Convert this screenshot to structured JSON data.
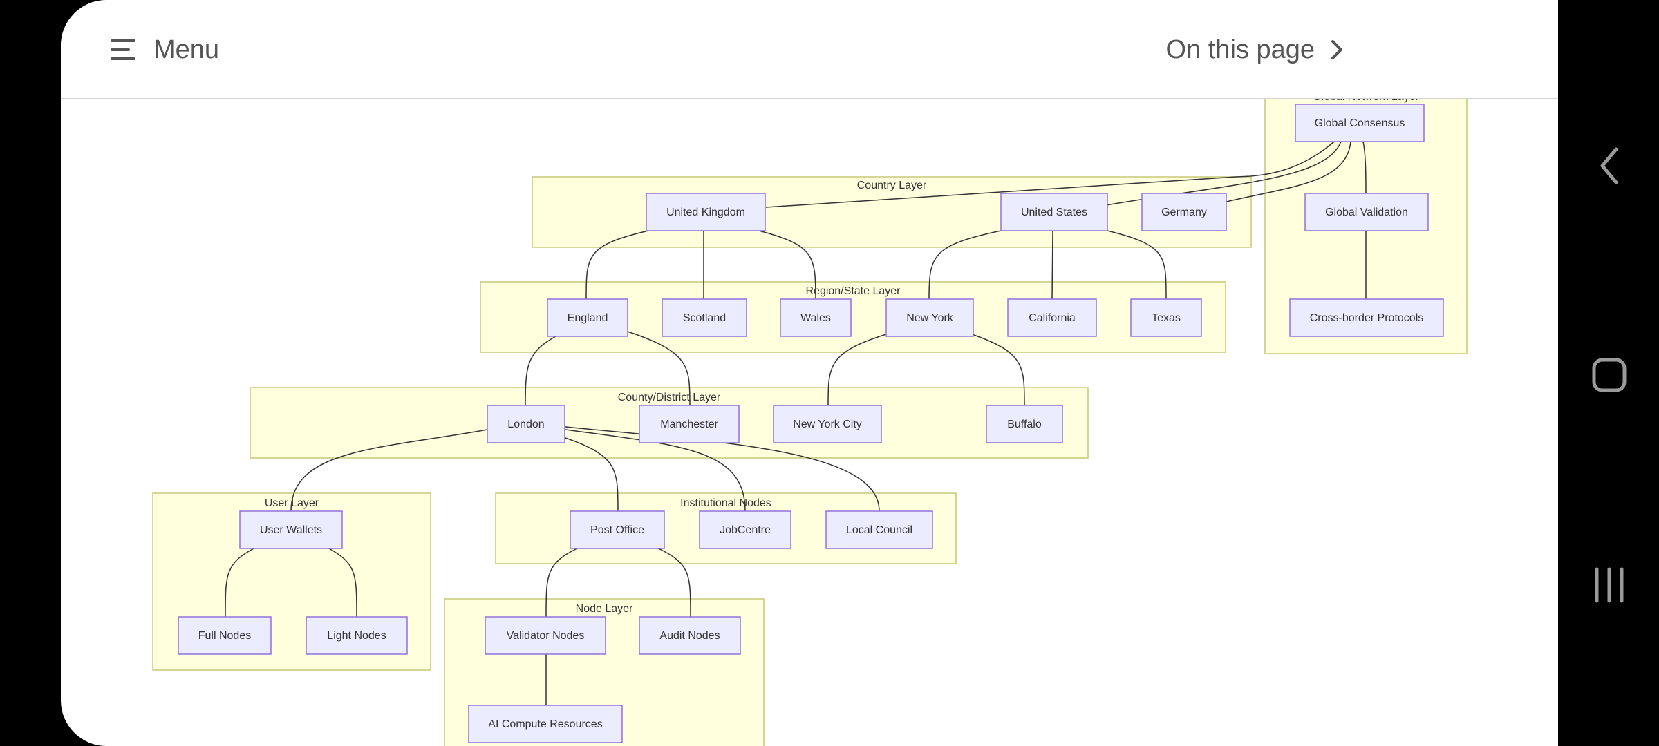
{
  "header": {
    "menu_label": "Menu",
    "on_this_page_label": "On this page"
  },
  "diagram": {
    "layers": {
      "global": "Global Network Layer",
      "country": "Country Layer",
      "region": "Region/State Layer",
      "county": "County/District Layer",
      "user": "User Layer",
      "institutional": "Institutional Nodes",
      "node": "Node Layer"
    },
    "nodes": {
      "global_consensus": "Global Consensus",
      "global_validation": "Global Validation",
      "cross_border": "Cross-border Protocols",
      "uk": "United Kingdom",
      "us": "United States",
      "germany": "Germany",
      "england": "England",
      "scotland": "Scotland",
      "wales": "Wales",
      "new_york": "New York",
      "california": "California",
      "texas": "Texas",
      "london": "London",
      "manchester": "Manchester",
      "nyc": "New York City",
      "buffalo": "Buffalo",
      "user_wallets": "User Wallets",
      "full_nodes": "Full Nodes",
      "light_nodes": "Light Nodes",
      "post_office": "Post Office",
      "jobcentre": "JobCentre",
      "local_council": "Local Council",
      "validator_nodes": "Validator Nodes",
      "audit_nodes": "Audit Nodes",
      "ai_compute": "AI Compute Resources"
    },
    "colors": {
      "cluster_fill": "#ffffde",
      "cluster_stroke": "#c8c87a",
      "node_fill": "#ececff",
      "node_stroke": "#9370db",
      "edge": "#333333"
    }
  },
  "system_nav": {
    "back": "back-icon",
    "home": "home-icon",
    "recents": "recents-icon"
  }
}
